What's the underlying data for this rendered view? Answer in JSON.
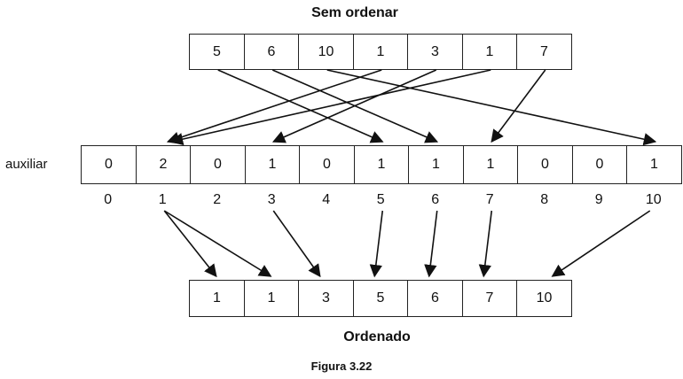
{
  "title_top": "Sem ordenar",
  "label_aux": "auxiliar",
  "title_bottom": "Ordenado",
  "caption": "Figura 3.22",
  "unsorted": [
    "5",
    "6",
    "10",
    "1",
    "3",
    "1",
    "7"
  ],
  "auxiliar": [
    "0",
    "2",
    "0",
    "1",
    "0",
    "1",
    "1",
    "1",
    "0",
    "0",
    "1"
  ],
  "indices": [
    "0",
    "1",
    "2",
    "3",
    "4",
    "5",
    "6",
    "7",
    "8",
    "9",
    "10"
  ],
  "sorted": [
    "1",
    "1",
    "3",
    "5",
    "6",
    "7",
    "10"
  ]
}
